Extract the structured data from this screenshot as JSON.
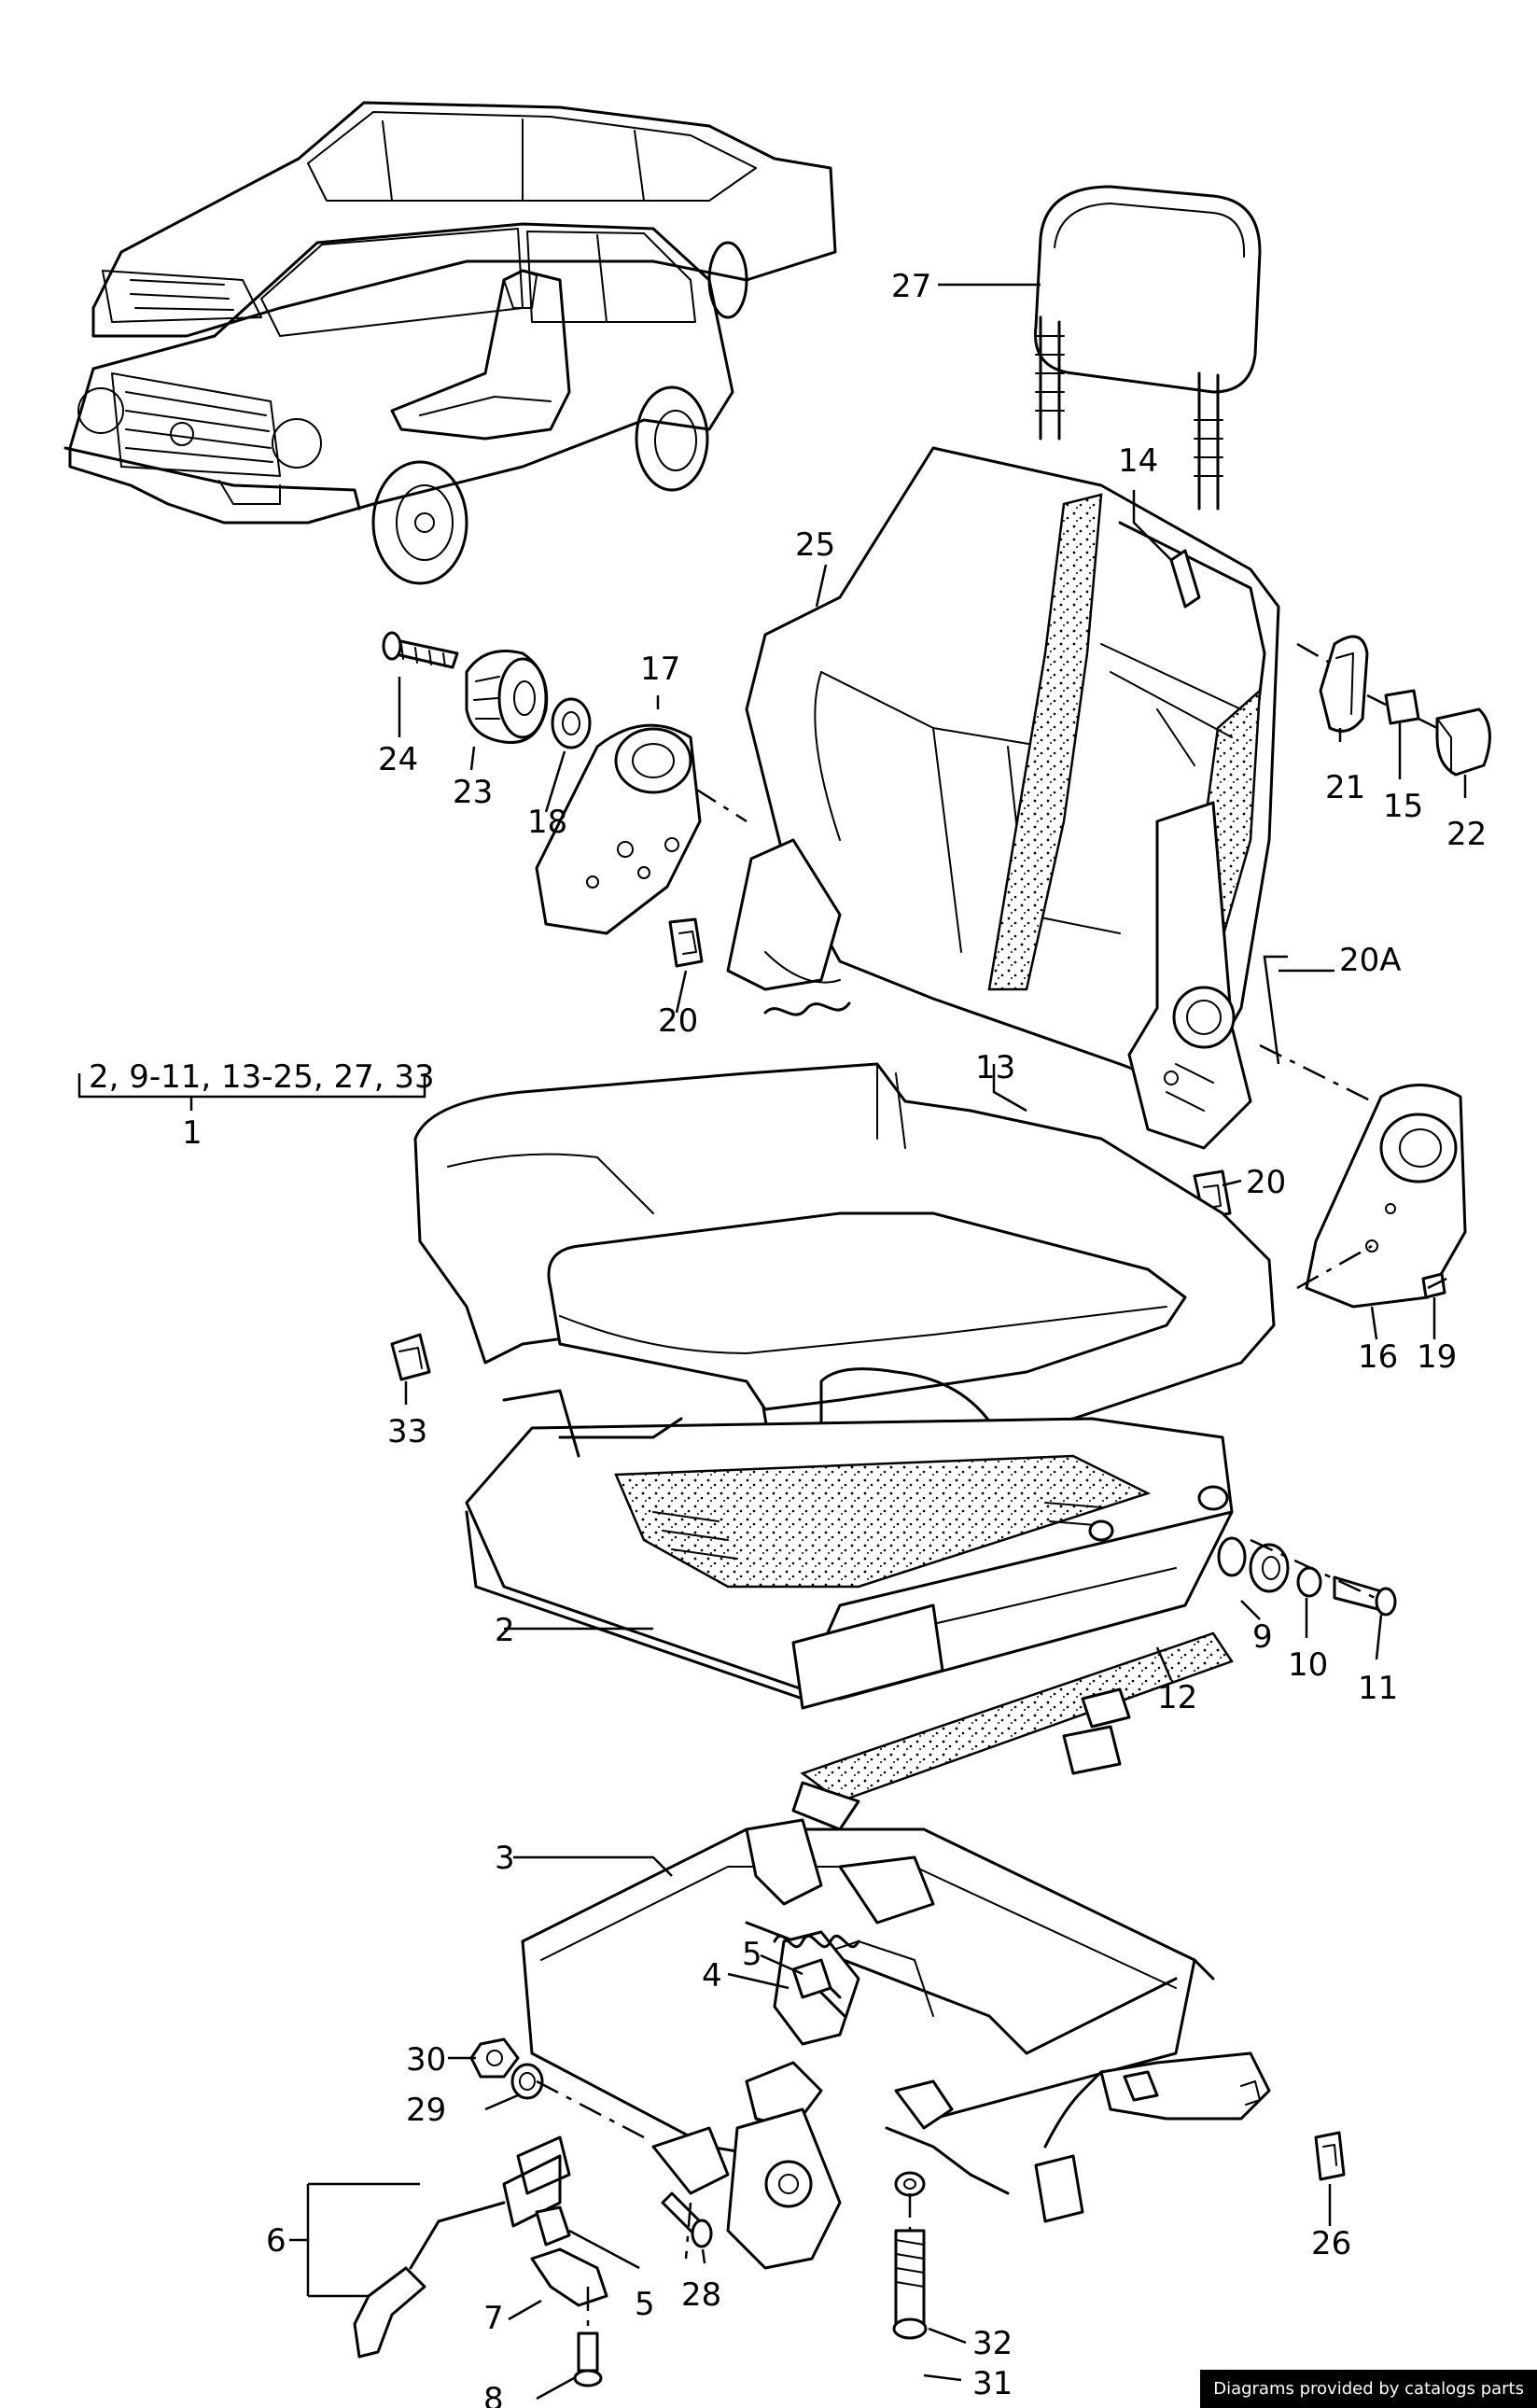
{
  "labels": {
    "p1": "1",
    "p2": "2",
    "p3": "3",
    "p4": "4",
    "p5a": "5",
    "p5b": "5",
    "p6": "6",
    "p7": "7",
    "p8": "8",
    "p9": "9",
    "p10": "10",
    "p11": "11",
    "p12": "12",
    "p13": "13",
    "p14": "14",
    "p15": "15",
    "p16": "16",
    "p17": "17",
    "p18": "18",
    "p19": "19",
    "p20a": "20",
    "p20b": "20",
    "p20A": "20A",
    "p21": "21",
    "p22": "22",
    "p23": "23",
    "p24": "24",
    "p25": "25",
    "p26": "26",
    "p27": "27",
    "p28": "28",
    "p29": "29",
    "p30": "30",
    "p31": "31",
    "p32": "32",
    "p33": "33",
    "group": "2, 9-11, 13-25, 27, 33"
  },
  "credit": "Diagrams provided by catalogs parts"
}
